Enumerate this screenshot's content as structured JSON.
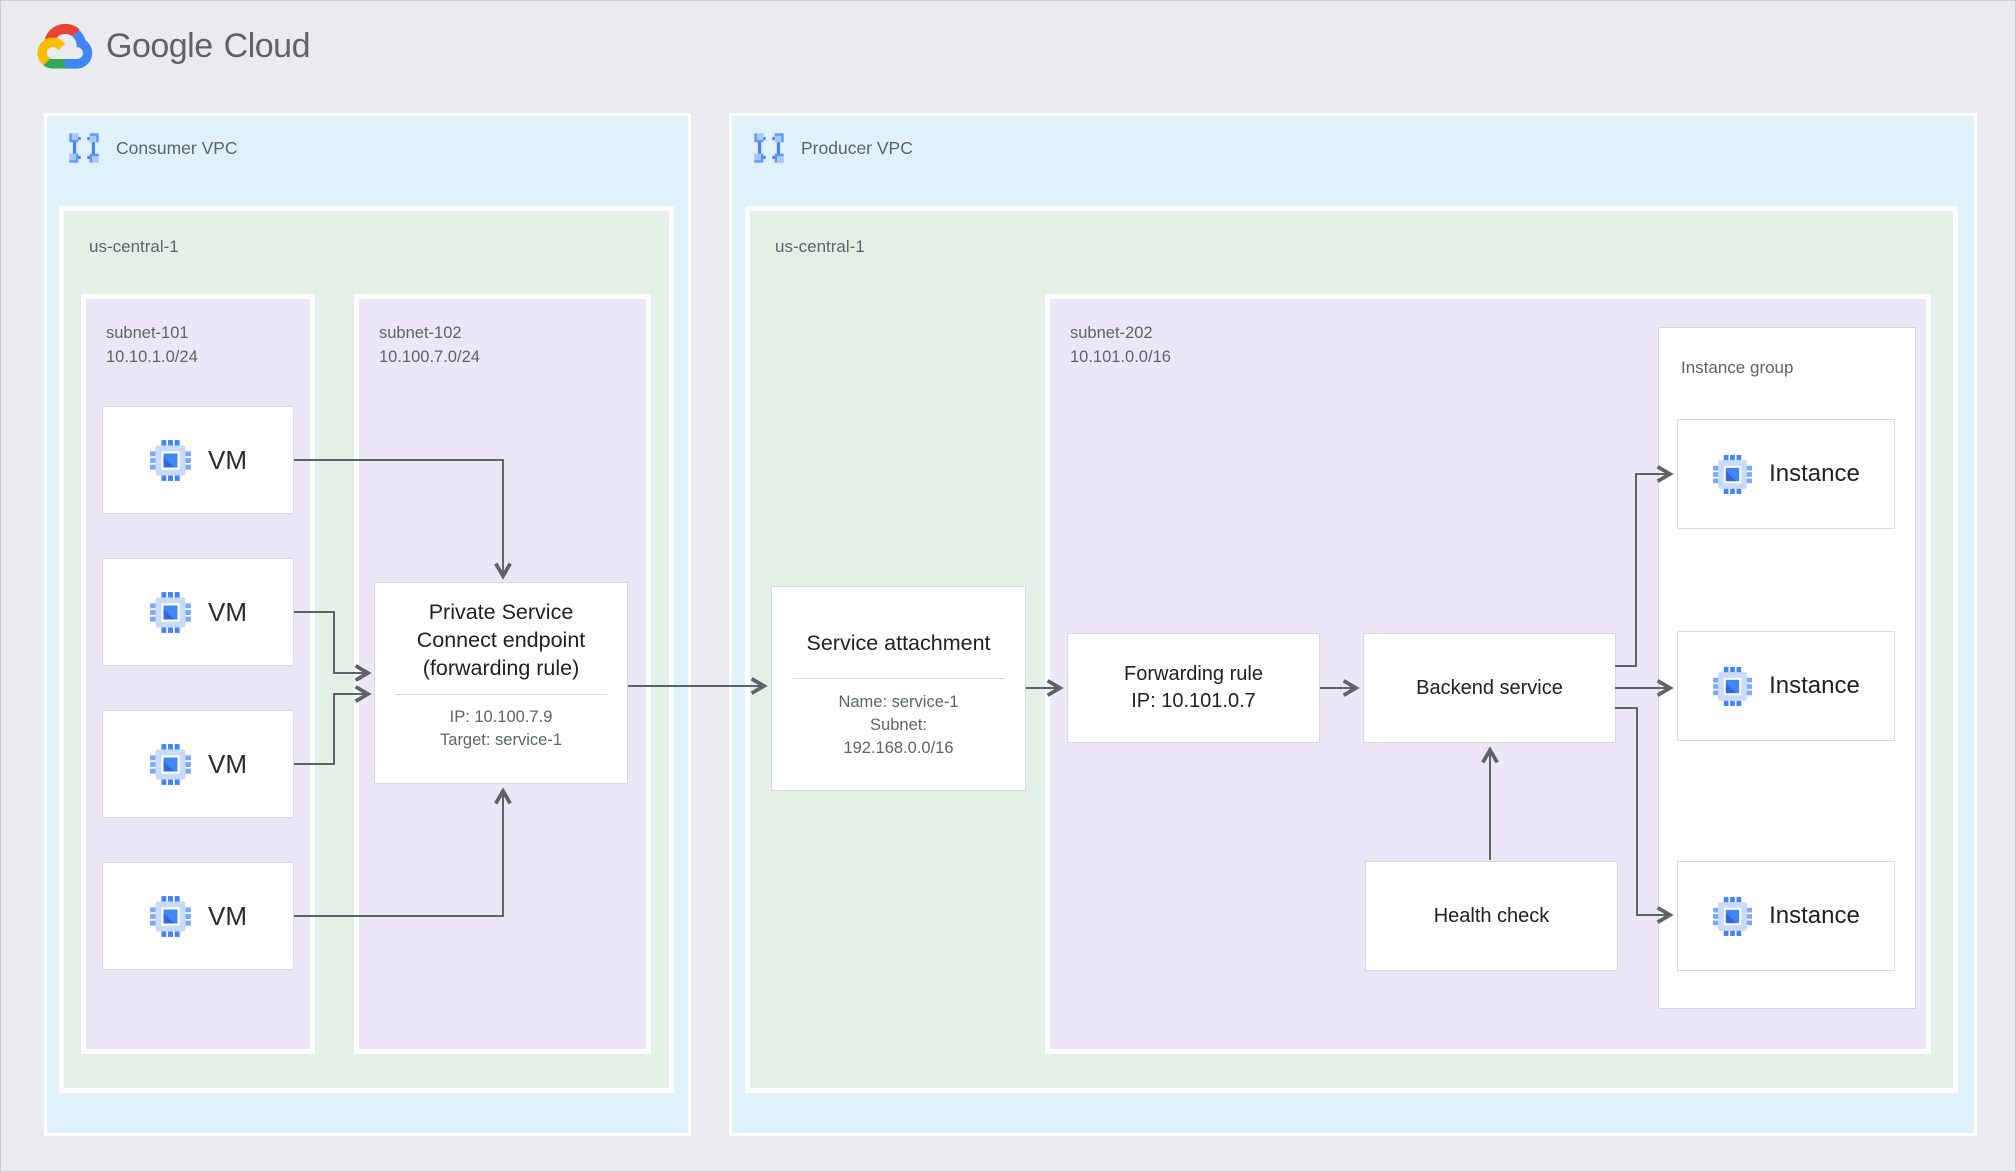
{
  "logo": {
    "google": "Google",
    "cloud": "Cloud"
  },
  "colors": {
    "page_bg": "#E9EBEE",
    "vpc_fill": "#DFF1FB",
    "region_fill": "#E2F0E8",
    "subnet_fill": "#ECE7F6",
    "connector": "#5F6368",
    "text_dark": "#202124",
    "text_gray": "#5F6368",
    "google_blue": "#4285F4",
    "google_red": "#EA4335",
    "google_yellow": "#FBBC05",
    "google_green": "#34A853"
  },
  "icons": {
    "logo": "google-cloud-logo",
    "vpc": "vpc-network-icon",
    "vm": "compute-engine-icon"
  },
  "consumer_vpc": {
    "label": "Consumer VPC",
    "region_label": "us-central-1",
    "subnet_101": {
      "name": "subnet-101",
      "cidr": "10.10.1.0/24",
      "vms": [
        {
          "label": "VM"
        },
        {
          "label": "VM"
        },
        {
          "label": "VM"
        },
        {
          "label": "VM"
        }
      ]
    },
    "subnet_102": {
      "name": "subnet-102",
      "cidr": "10.100.7.0/24",
      "psc_endpoint": {
        "title": "Private Service Connect endpoint (forwarding rule)",
        "ip": "IP: 10.100.7.9",
        "target": "Target: service-1"
      }
    }
  },
  "producer_vpc": {
    "label": "Producer VPC",
    "region_label": "us-central-1",
    "service_attachment": {
      "title": "Service attachment",
      "name": "Name: service-1",
      "subnet_label": "Subnet:",
      "subnet_cidr": "192.168.0.0/16"
    },
    "subnet_202": {
      "name": "subnet-202",
      "cidr": "10.101.0.0/16",
      "forwarding_rule": {
        "title": "Forwarding rule",
        "ip": "IP: 10.101.0.7"
      },
      "backend_service": {
        "label": "Backend service"
      },
      "health_check": {
        "label": "Health check"
      },
      "instance_group": {
        "label": "Instance group",
        "instances": [
          {
            "label": "Instance"
          },
          {
            "label": "Instance"
          },
          {
            "label": "Instance"
          }
        ]
      }
    }
  }
}
